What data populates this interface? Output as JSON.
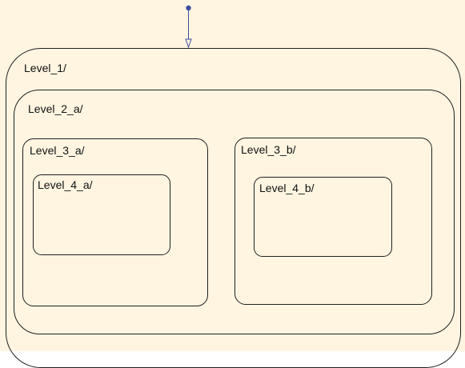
{
  "diagram": {
    "background": "#fff5e1",
    "border_color": "#1f1f1f",
    "transition_color": "#3f4da3",
    "states": {
      "level_1": "Level_1/",
      "level_2_a": "Level_2_a/",
      "level_3_a": "Level_3_a/",
      "level_3_b": "Level_3_b/",
      "level_4_a": "Level_4_a/",
      "level_4_b": "Level_4_b/"
    }
  }
}
